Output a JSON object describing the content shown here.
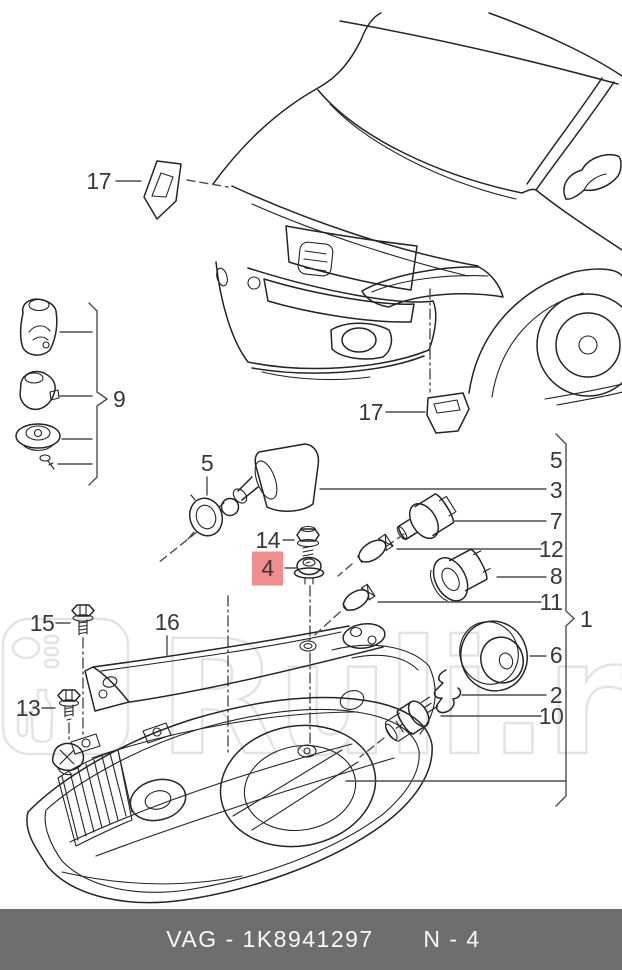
{
  "watermark": {
    "text": "Ruli.ru",
    "color": "#e3e3e3"
  },
  "highlight": {
    "color": "#f08d8d"
  },
  "colors": {
    "footer_bg": "#6e6e6e",
    "line": "#242424"
  },
  "callouts": {
    "c17_top": "17",
    "c17_front": "17",
    "c9": "9",
    "c5_left": "5",
    "c14": "14",
    "c4": "4",
    "c15": "15",
    "c16": "16",
    "c13": "13",
    "c5": "5",
    "c3": "3",
    "c7": "7",
    "c12": "12",
    "c8": "8",
    "c11": "11",
    "c1": "1",
    "c6": "6",
    "c2": "2",
    "c10": "10"
  },
  "right_bracket_items": [
    "5",
    "3",
    "7",
    "12",
    "8",
    "11",
    "6",
    "2",
    "10"
  ],
  "footer": {
    "catalog_code": "VAG - 1K8941297",
    "page_code": "N - 4"
  }
}
